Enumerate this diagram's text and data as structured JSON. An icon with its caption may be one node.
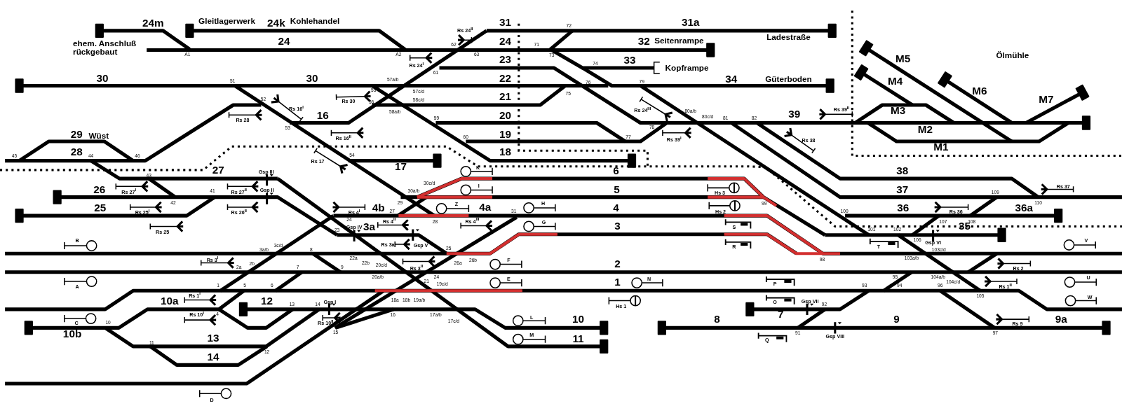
{
  "diagram": {
    "labels": [
      "24m",
      "Gleitlagerwerk",
      "24k",
      "Kohlehandel",
      "Rs 24$^{II}$",
      "31",
      "72",
      "31a",
      "Ladestraße",
      "ehem. Anschluß rückgebaut",
      "A1",
      "24",
      "A2",
      "62",
      "63",
      "24",
      "71",
      "73",
      "32",
      "Seitenrampe",
      "Ölmühle",
      "Rs 24$^{I}$",
      "23",
      "74",
      "33",
      "Kopframpe",
      "M5",
      "61",
      "30",
      "51",
      "30",
      "57a/b",
      "22",
      "76",
      "79",
      "34",
      "Güterboden",
      "M4",
      "55",
      "57c/d",
      "75",
      "M6",
      "Rs 30",
      "52",
      "56",
      "58c/d",
      "21",
      "M7",
      "Rs 16$^{I}$",
      "58a/b",
      "Rs 24$^{III}$",
      "80a/b",
      "M3",
      "Rs 39$^{II}$",
      "80c/d",
      "Rs 28",
      "16",
      "59",
      "20",
      "81",
      "82",
      "39",
      "53",
      "78",
      "M2",
      "29",
      "Wüst",
      "Rs 16$^{II}$",
      "60",
      "19",
      "77",
      "Rs 39$^{I}$",
      "Rs 38",
      "M1",
      "45",
      "28",
      "44",
      "46",
      "54",
      "18",
      "Rs 17",
      "17",
      "K",
      "27",
      "Gsp III",
      "6",
      "38",
      "43",
      "30c/d",
      "I",
      "Rs 37",
      "26",
      "Rs 27$^{I}$",
      "41",
      "Rs 27$^{II}$",
      "Gsp II",
      "30a/b",
      "5",
      "Hs 3",
      "37",
      "109",
      "42",
      "29",
      "99",
      "110",
      "Z",
      "H",
      "Hs 2",
      "25",
      "Rs 25$^{I}$",
      "Rs 26$^{II}$",
      "Rs 4$^{I}$",
      "4b",
      "27",
      "4a",
      "31",
      "4",
      "100",
      "36",
      "Rs 36",
      "36a",
      "24",
      "28",
      "Rs 4$^{II}$",
      "Rs 4$^{III}$",
      "G",
      "107",
      "108",
      "S",
      "3",
      "Rs 25",
      "23",
      "Gsp IV",
      "3a",
      "101",
      "102",
      "35",
      "B",
      "3a/b",
      "3c/d",
      "8",
      "Rs 3a",
      "Gsp V",
      "25",
      "R",
      "T",
      "106",
      "Gsp VI",
      "103c/d",
      "V",
      "Rs 3$^{I}$",
      "2a",
      "2b",
      "7",
      "9",
      "22a",
      "22b",
      "20c/d",
      "Rs 3$^{II}$",
      "26a",
      "26b",
      "F",
      "2",
      "98",
      "103a/b",
      "Rs 2",
      "A",
      "1",
      "5",
      "6",
      "20a/b",
      "21",
      "24",
      "19c/d",
      "E",
      "1",
      "N",
      "P",
      "93",
      "95",
      "94",
      "104a/b",
      "96",
      "104c/d",
      "Rs 1$^{II}$",
      "U",
      "10a",
      "Rs 1$^{I}$",
      "12",
      "13",
      "14",
      "Gsp I",
      "18a",
      "18b",
      "19a/b",
      "Hs 1",
      "O",
      "Gsp VII",
      "92",
      "105",
      "W",
      "C",
      "10",
      "Rs 10$^{I}$",
      "4",
      "Rs 10$^{II}$",
      "16",
      "17a/b",
      "17c/d",
      "L",
      "10",
      "8",
      "7",
      "9",
      "Rs 9",
      "9a",
      "10b",
      "13",
      "15",
      "M",
      "11",
      "Q",
      "91",
      "Gsp VIII",
      "97",
      "11",
      "12",
      "14",
      "D"
    ]
  }
}
